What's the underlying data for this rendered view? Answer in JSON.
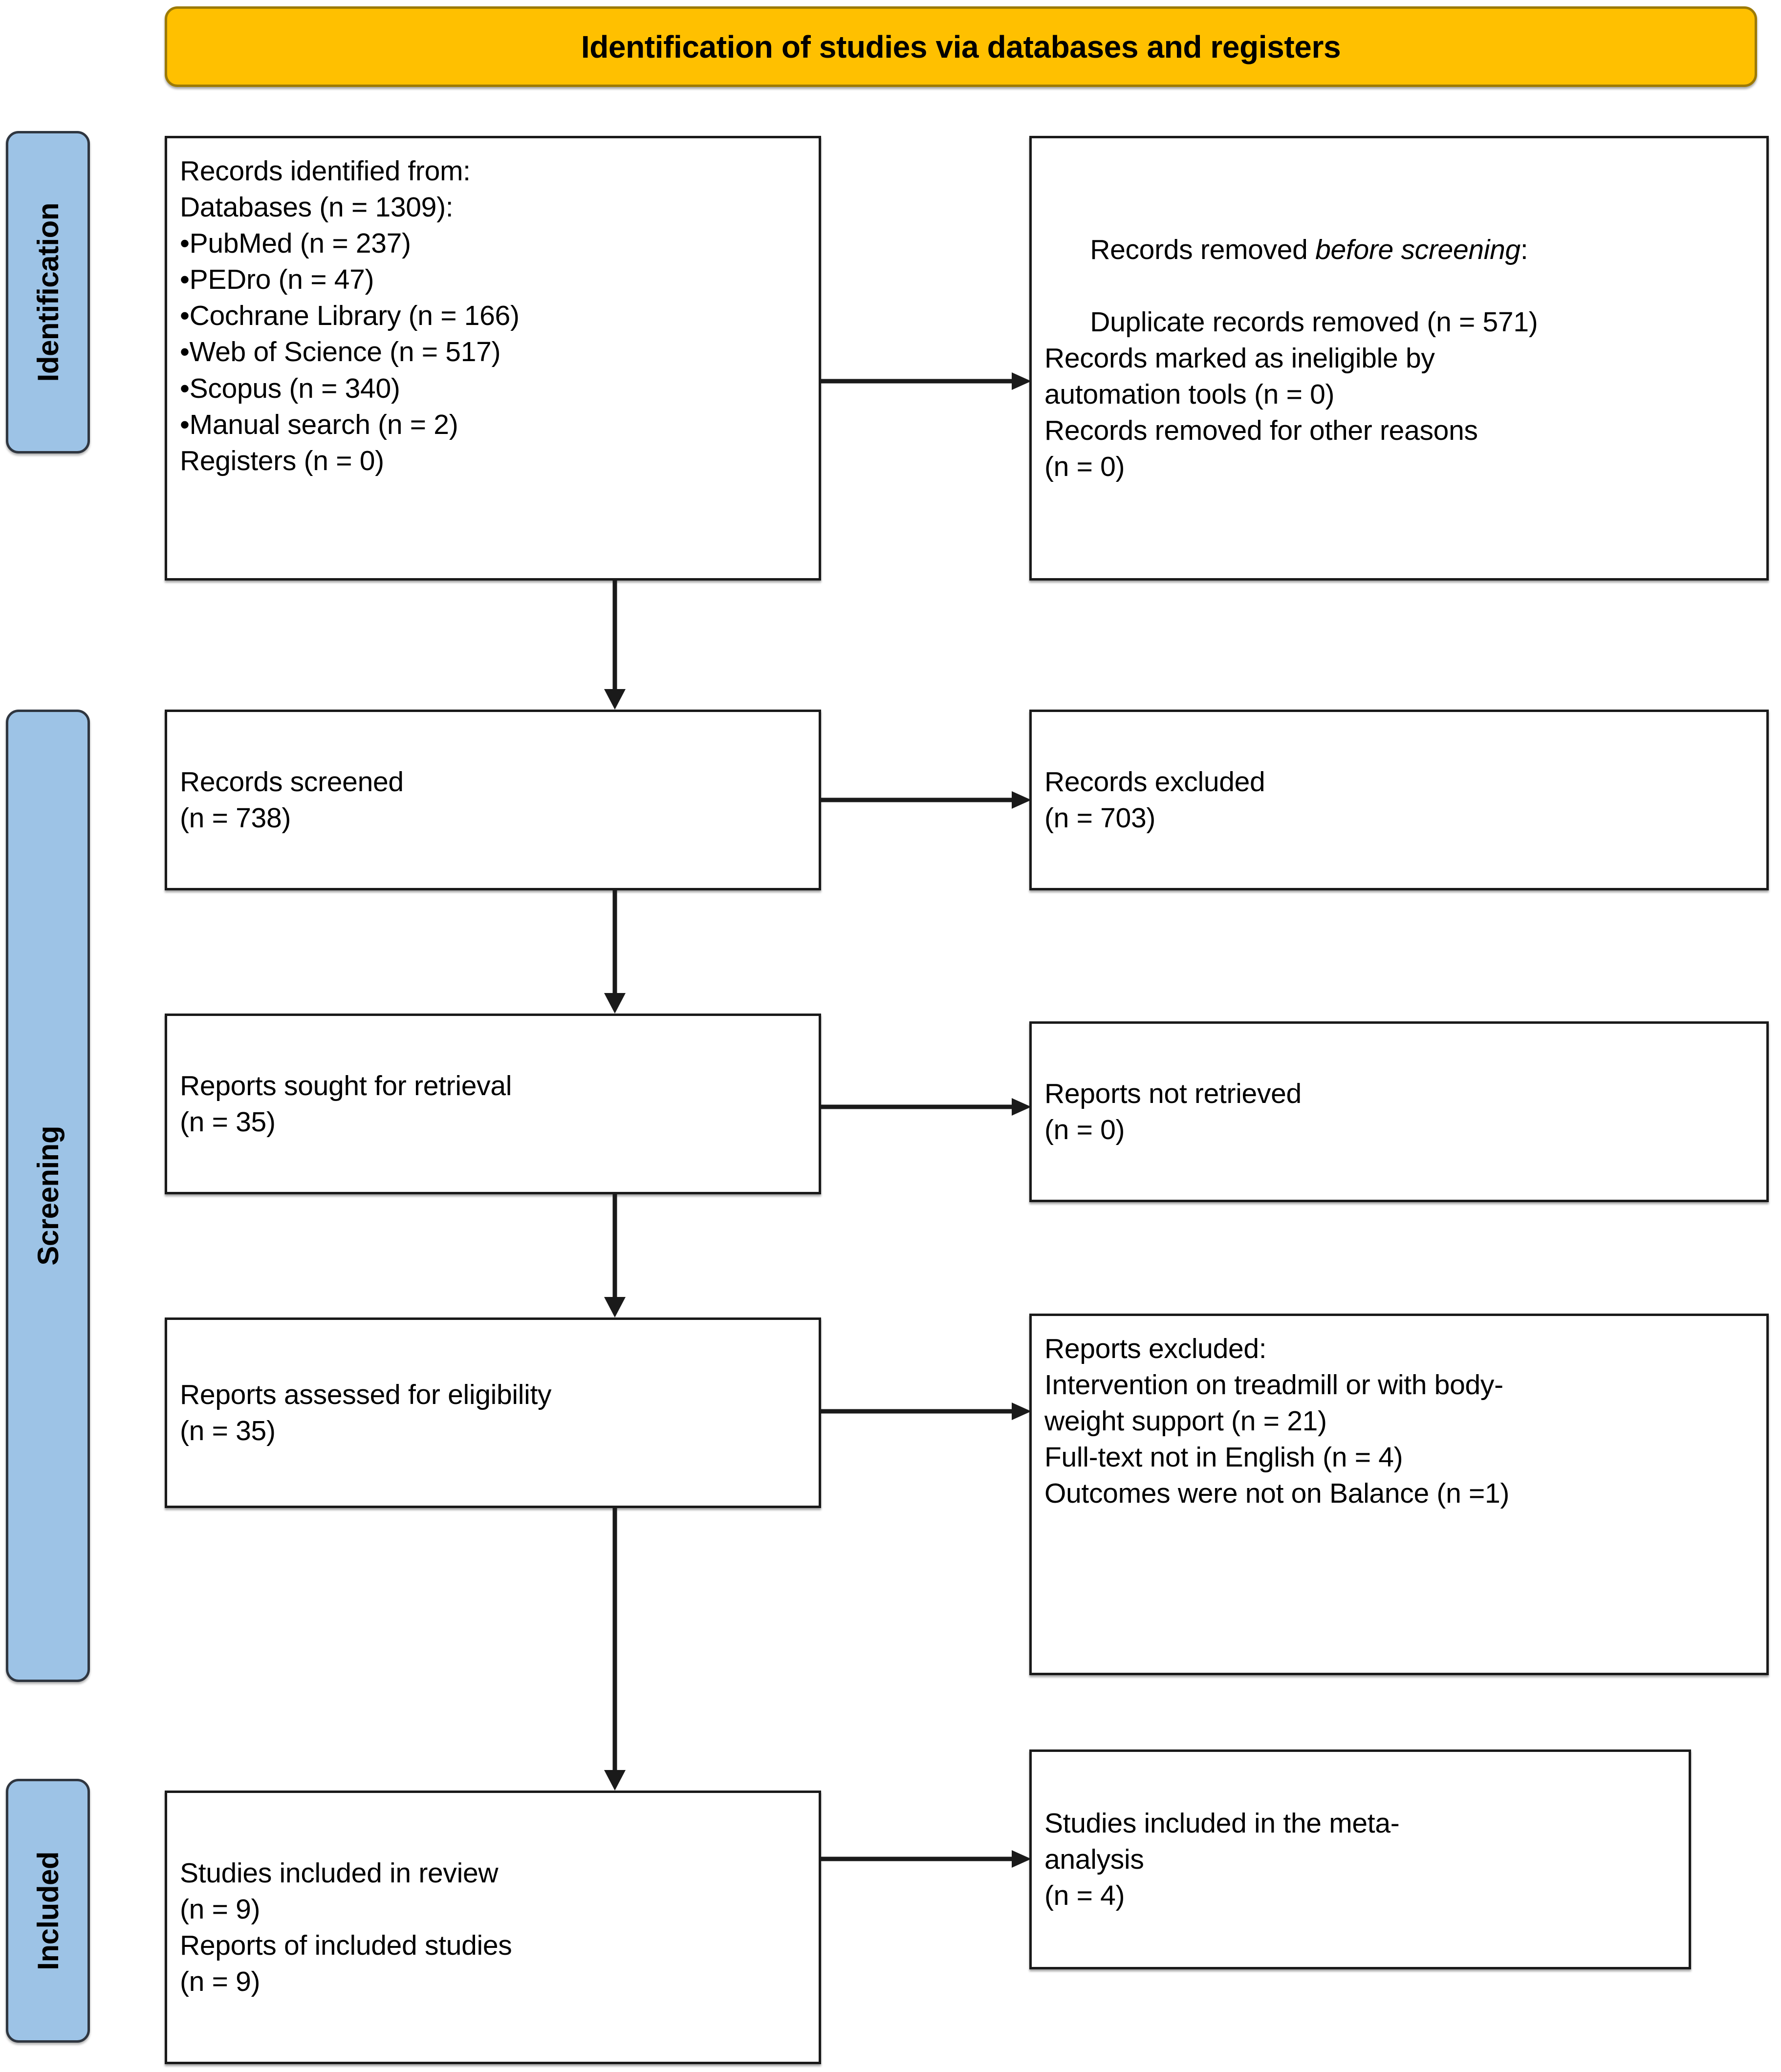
{
  "header": {
    "title": "Identification of studies via databases and registers",
    "fill_color": "#FFC000",
    "border_color": "#9c7a06"
  },
  "stages": [
    {
      "id": "identification",
      "label": "Identification"
    },
    {
      "id": "screening",
      "label": "Screening"
    },
    {
      "id": "included",
      "label": "Included"
    }
  ],
  "stage_tab_color": "#9DC3E6",
  "boxes": {
    "records_identified": {
      "lines": [
        "Records identified from:",
        "Databases (n = 1309):",
        "•PubMed (n = 237)",
        "•PEDro (n = 47)",
        "•Cochrane Library (n = 166)",
        "•Web of Science (n = 517)",
        "•Scopus (n = 340)",
        "•Manual search (n = 2)",
        "Registers (n = 0)"
      ]
    },
    "records_removed": {
      "line1_prefix": "Records removed ",
      "line1_italic": "before screening",
      "line1_suffix": ":",
      "lines": [
        "Duplicate records removed (n = 571)",
        "Records marked as ineligible by",
        "automation tools (n = 0)",
        "Records removed for other reasons",
        "(n = 0)"
      ]
    },
    "records_screened": {
      "lines": [
        "Records screened",
        "(n = 738)"
      ]
    },
    "records_excluded": {
      "lines": [
        "Records excluded",
        "(n = 703)"
      ]
    },
    "reports_sought": {
      "lines": [
        "Reports sought for retrieval",
        "(n = 35)"
      ]
    },
    "reports_not_retrieved": {
      "lines": [
        "Reports not retrieved",
        "(n = 0)"
      ]
    },
    "reports_assessed": {
      "lines": [
        "Reports assessed for eligibility",
        "(n = 35)"
      ]
    },
    "reports_excluded": {
      "lines": [
        "Reports excluded:",
        "Intervention on treadmill or with body-",
        "weight support (n = 21)",
        "Full-text not in English (n = 4)",
        "Outcomes were not on Balance (n =1)"
      ]
    },
    "studies_included_review": {
      "lines": [
        "Studies included in review",
        "(n = 9)",
        "Reports of included studies",
        "(n = 9)"
      ]
    },
    "studies_included_meta": {
      "lines": [
        "Studies included in the meta-",
        "analysis",
        "(n = 4)"
      ]
    }
  },
  "connectors": [
    {
      "id": "identified-to-removed",
      "direction": "right"
    },
    {
      "id": "identified-to-screened",
      "direction": "down"
    },
    {
      "id": "screened-to-excluded",
      "direction": "right"
    },
    {
      "id": "screened-to-sought",
      "direction": "down"
    },
    {
      "id": "sought-to-not-retrieved",
      "direction": "right"
    },
    {
      "id": "sought-to-assessed",
      "direction": "down"
    },
    {
      "id": "assessed-to-excluded",
      "direction": "right"
    },
    {
      "id": "assessed-to-included",
      "direction": "down"
    },
    {
      "id": "included-to-meta",
      "direction": "right"
    }
  ]
}
